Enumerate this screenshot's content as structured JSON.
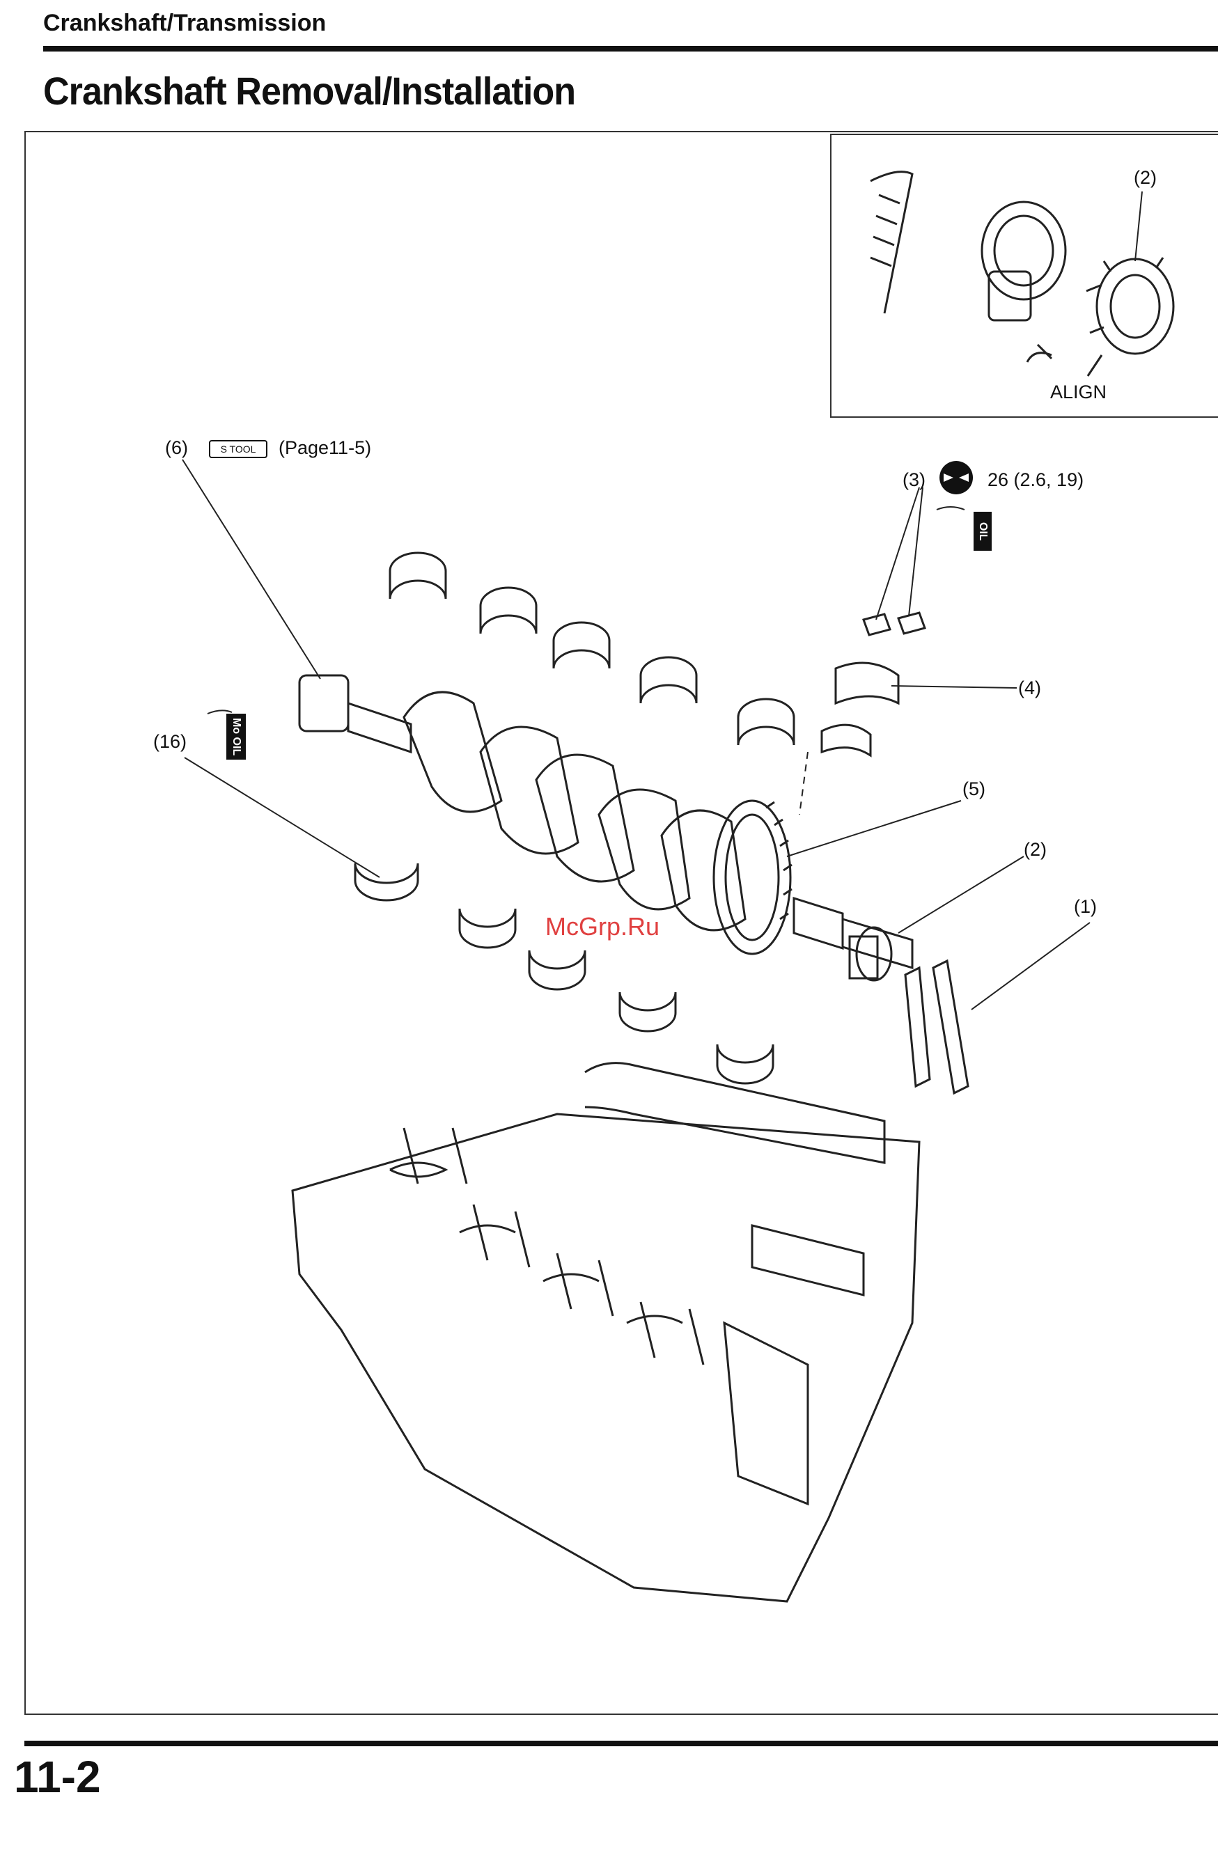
{
  "header": {
    "section": "Crankshaft/Transmission",
    "title": "Crankshaft Removal/Installation"
  },
  "inset": {
    "part_label": "(2)",
    "align_label": "ALIGN"
  },
  "callouts": {
    "c1": "(1)",
    "c2": "(2)",
    "c3": "(3)",
    "c4": "(4)",
    "c5": "(5)",
    "c6": "(6)",
    "c16": "(16)",
    "torque": "26 (2.6, 19)",
    "tool_ref": "(Page11-5)"
  },
  "badges": {
    "special_tool": "S TOOL",
    "oil": "OIL",
    "mo_oil": "Mo OIL"
  },
  "watermark": "McGrp.Ru",
  "footer": {
    "page_number": "11-2"
  }
}
